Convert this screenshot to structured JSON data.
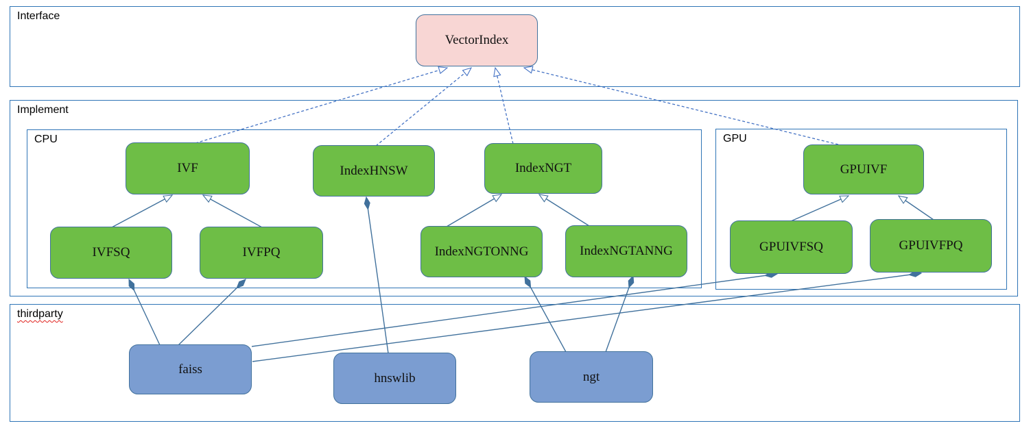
{
  "diagram": {
    "type": "uml-architecture-diagram",
    "sections": {
      "interface": {
        "label": "Interface"
      },
      "implement": {
        "label": "Implement"
      },
      "cpu": {
        "label": "CPU"
      },
      "gpu": {
        "label": "GPU"
      },
      "thirdparty": {
        "label": "thirdparty"
      }
    },
    "nodes": {
      "vectorindex": {
        "label": "VectorIndex",
        "kind": "interface"
      },
      "ivf": {
        "label": "IVF",
        "kind": "cpu-class"
      },
      "indexhnsw": {
        "label": "IndexHNSW",
        "kind": "cpu-class"
      },
      "indexngt": {
        "label": "IndexNGT",
        "kind": "cpu-class"
      },
      "ivfsq": {
        "label": "IVFSQ",
        "kind": "cpu-class"
      },
      "ivfpq": {
        "label": "IVFPQ",
        "kind": "cpu-class"
      },
      "indexngtonng": {
        "label": "IndexNGTONNG",
        "kind": "cpu-class"
      },
      "indexngtanng": {
        "label": "IndexNGTANNG",
        "kind": "cpu-class"
      },
      "gpuivf": {
        "label": "GPUIVF",
        "kind": "gpu-class"
      },
      "gpuivfsq": {
        "label": "GPUIVFSQ",
        "kind": "gpu-class"
      },
      "gpuivfpq": {
        "label": "GPUIVFPQ",
        "kind": "gpu-class"
      },
      "faiss": {
        "label": "faiss",
        "kind": "thirdparty-lib"
      },
      "hnswlib": {
        "label": "hnswlib",
        "kind": "thirdparty-lib"
      },
      "ngt": {
        "label": "ngt",
        "kind": "thirdparty-lib"
      }
    },
    "edges": [
      {
        "from": "IVF",
        "to": "VectorIndex",
        "type": "realization"
      },
      {
        "from": "IndexHNSW",
        "to": "VectorIndex",
        "type": "realization"
      },
      {
        "from": "IndexNGT",
        "to": "VectorIndex",
        "type": "realization"
      },
      {
        "from": "GPUIVF",
        "to": "VectorIndex",
        "type": "realization"
      },
      {
        "from": "IVFSQ",
        "to": "IVF",
        "type": "inheritance"
      },
      {
        "from": "IVFPQ",
        "to": "IVF",
        "type": "inheritance"
      },
      {
        "from": "IndexNGTONNG",
        "to": "IndexNGT",
        "type": "inheritance"
      },
      {
        "from": "IndexNGTANNG",
        "to": "IndexNGT",
        "type": "inheritance"
      },
      {
        "from": "GPUIVFSQ",
        "to": "GPUIVF",
        "type": "inheritance"
      },
      {
        "from": "GPUIVFPQ",
        "to": "GPUIVF",
        "type": "inheritance"
      },
      {
        "from": "faiss",
        "to": "IVFSQ",
        "type": "composition"
      },
      {
        "from": "faiss",
        "to": "IVFPQ",
        "type": "composition"
      },
      {
        "from": "faiss",
        "to": "GPUIVFSQ",
        "type": "composition"
      },
      {
        "from": "faiss",
        "to": "GPUIVFPQ",
        "type": "composition"
      },
      {
        "from": "hnswlib",
        "to": "IndexHNSW",
        "type": "composition"
      },
      {
        "from": "ngt",
        "to": "IndexNGTONNG",
        "type": "composition"
      },
      {
        "from": "ngt",
        "to": "IndexNGTANNG",
        "type": "composition"
      }
    ],
    "colors": {
      "interface_node_fill": "#F8D6D4",
      "implement_node_fill": "#6EBE46",
      "thirdparty_node_fill": "#7B9DD1",
      "node_border": "#41719C",
      "section_border": "#2E74B6",
      "edge_solid": "#41719C",
      "edge_dashed": "#4472C4",
      "spellcheck_underline": "#E0201B"
    }
  }
}
